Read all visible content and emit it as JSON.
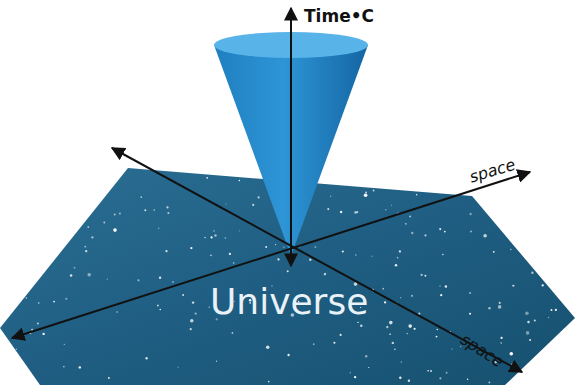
{
  "diagram": {
    "labels": [
      "Time•C",
      "space",
      "space",
      "Universe"
    ]
  }
}
